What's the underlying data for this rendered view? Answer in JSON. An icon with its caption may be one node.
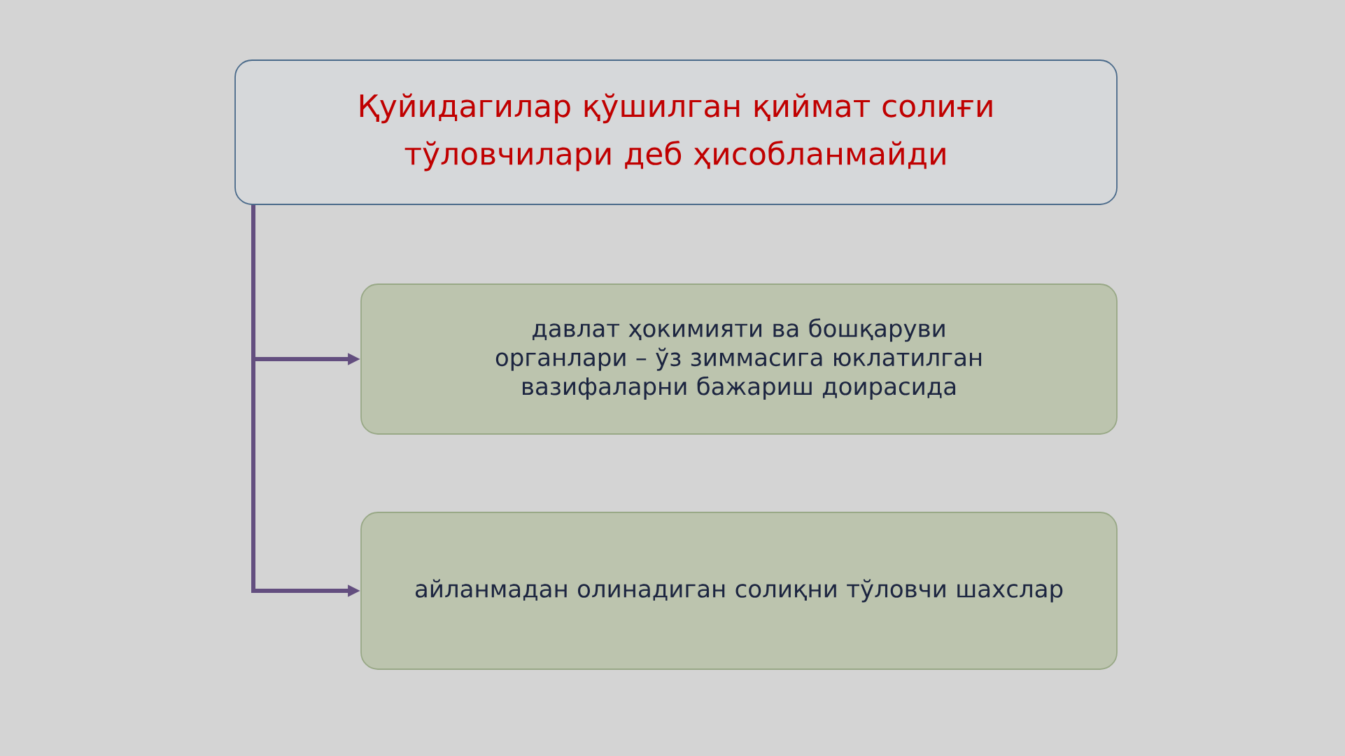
{
  "diagram": {
    "nodes": [
      {
        "text": [
          "Қуйидагилар қўшилган қиймат солиғи тўловчилари деб ҳисобланмайди"
        ]
      },
      {
        "text": [
          "давлат ҳокимияти ва бошқаруви органлари – ўз зиммасига юклатилган вазифаларни бажариш доирасида"
        ]
      },
      {
        "text": [
          "айланмадан олинадиган солиқни тўловчи шахслар"
        ]
      }
    ],
    "edges": [
      {
        "from": 0,
        "to": 1,
        "arrow": "to"
      },
      {
        "from": 0,
        "to": 2,
        "arrow": "to"
      }
    ]
  }
}
